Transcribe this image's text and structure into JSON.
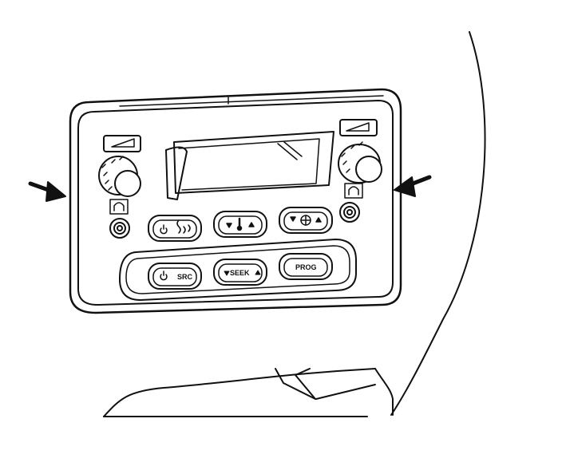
{
  "diagram": {
    "colors": {
      "line": "#111111",
      "background": "#ffffff"
    },
    "panel": {
      "buttons_row1": [
        {
          "icon": "power-defrost-icon",
          "label": ""
        },
        {
          "icon": "temperature-icon",
          "label": ""
        },
        {
          "icon": "fan-icon",
          "label": ""
        }
      ],
      "buttons_row2": [
        {
          "icon": "power-icon",
          "label": "SRC"
        },
        {
          "icon": "seek-arrows-icon",
          "label": "SEEK"
        },
        {
          "icon": "",
          "label": "PROG"
        }
      ],
      "knobs": [
        {
          "side": "left",
          "icon": "headphone-volume-icon"
        },
        {
          "side": "right",
          "icon": "headphone-volume-icon"
        }
      ],
      "headphone_jacks": [
        {
          "side": "left"
        },
        {
          "side": "right"
        }
      ]
    },
    "arrows": [
      {
        "side": "left",
        "points_to": "left-side-of-bezel"
      },
      {
        "side": "right",
        "points_to": "right-side-of-bezel"
      }
    ]
  }
}
